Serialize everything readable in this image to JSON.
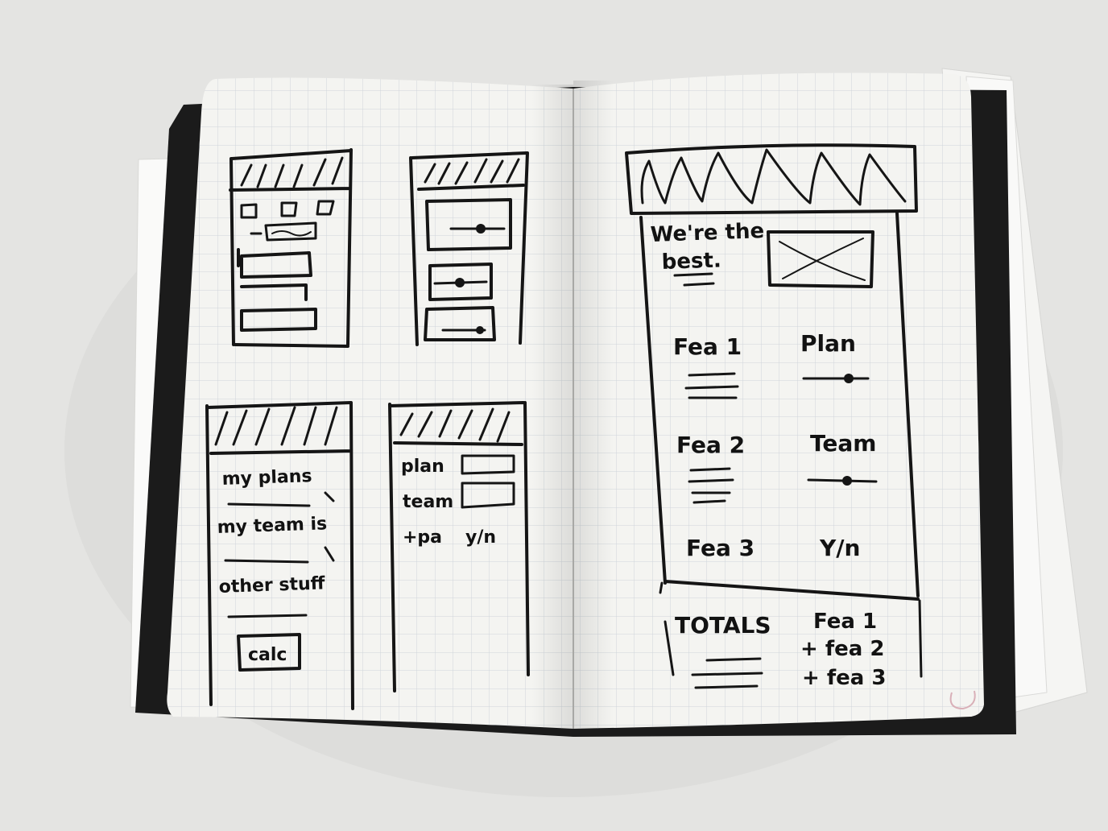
{
  "photo": {
    "subject": "open grid notebook with hand-drawn mobile wireframes",
    "colors": {
      "table": "#e4e4e2",
      "page": "#f4f4f1",
      "grid": "#c9d0d6",
      "ink": "#151515"
    }
  },
  "left_page": {
    "sketch_b": {
      "labels": [
        "my plans",
        "my team is",
        "other stuff"
      ],
      "button": "calc"
    },
    "sketch_d": {
      "labels": [
        "plan",
        "team",
        "+pa",
        "y/n"
      ]
    }
  },
  "right_page": {
    "heading": [
      "We're the",
      "best."
    ],
    "rows": [
      {
        "feature": "Fea 1",
        "control": "Plan"
      },
      {
        "feature": "Fea 2",
        "control": "Team"
      },
      {
        "feature": "Fea 3",
        "control": "Y/n"
      }
    ],
    "totals": {
      "label": "TOTALS",
      "sum": [
        "Fea 1",
        "+ fea 2",
        "+ fea 3"
      ]
    }
  }
}
